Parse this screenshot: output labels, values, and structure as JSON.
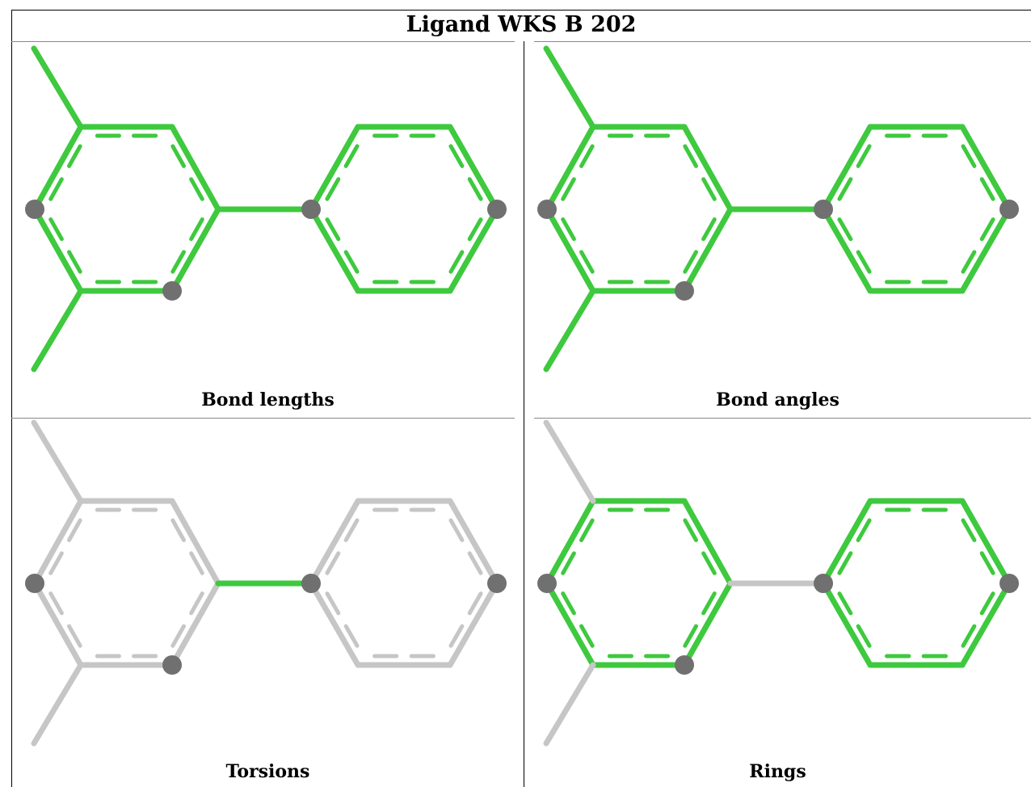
{
  "title": "Ligand WKS B 202",
  "colors": {
    "highlight": "#3ec93e",
    "normal": "#c6c6c6",
    "atom": "#707070"
  },
  "panels": [
    {
      "label": "Bond lengths",
      "highlighted_bonds": [
        "a1",
        "a2",
        "a3",
        "a4",
        "a5",
        "a6",
        "b1",
        "b2",
        "b3",
        "b4",
        "b5",
        "b6",
        "link",
        "m1",
        "m2"
      ]
    },
    {
      "label": "Bond angles",
      "highlighted_bonds": [
        "a1",
        "a2",
        "a3",
        "a4",
        "a5",
        "a6",
        "b1",
        "b2",
        "b3",
        "b4",
        "b5",
        "b6",
        "link",
        "m1",
        "m2"
      ]
    },
    {
      "label": "Torsions",
      "highlighted_bonds": [
        "link"
      ]
    },
    {
      "label": "Rings",
      "highlighted_bonds": [
        "a1",
        "a2",
        "a3",
        "a4",
        "a5",
        "a6",
        "b1",
        "b2",
        "b3",
        "b4",
        "b5",
        "b6"
      ]
    }
  ]
}
